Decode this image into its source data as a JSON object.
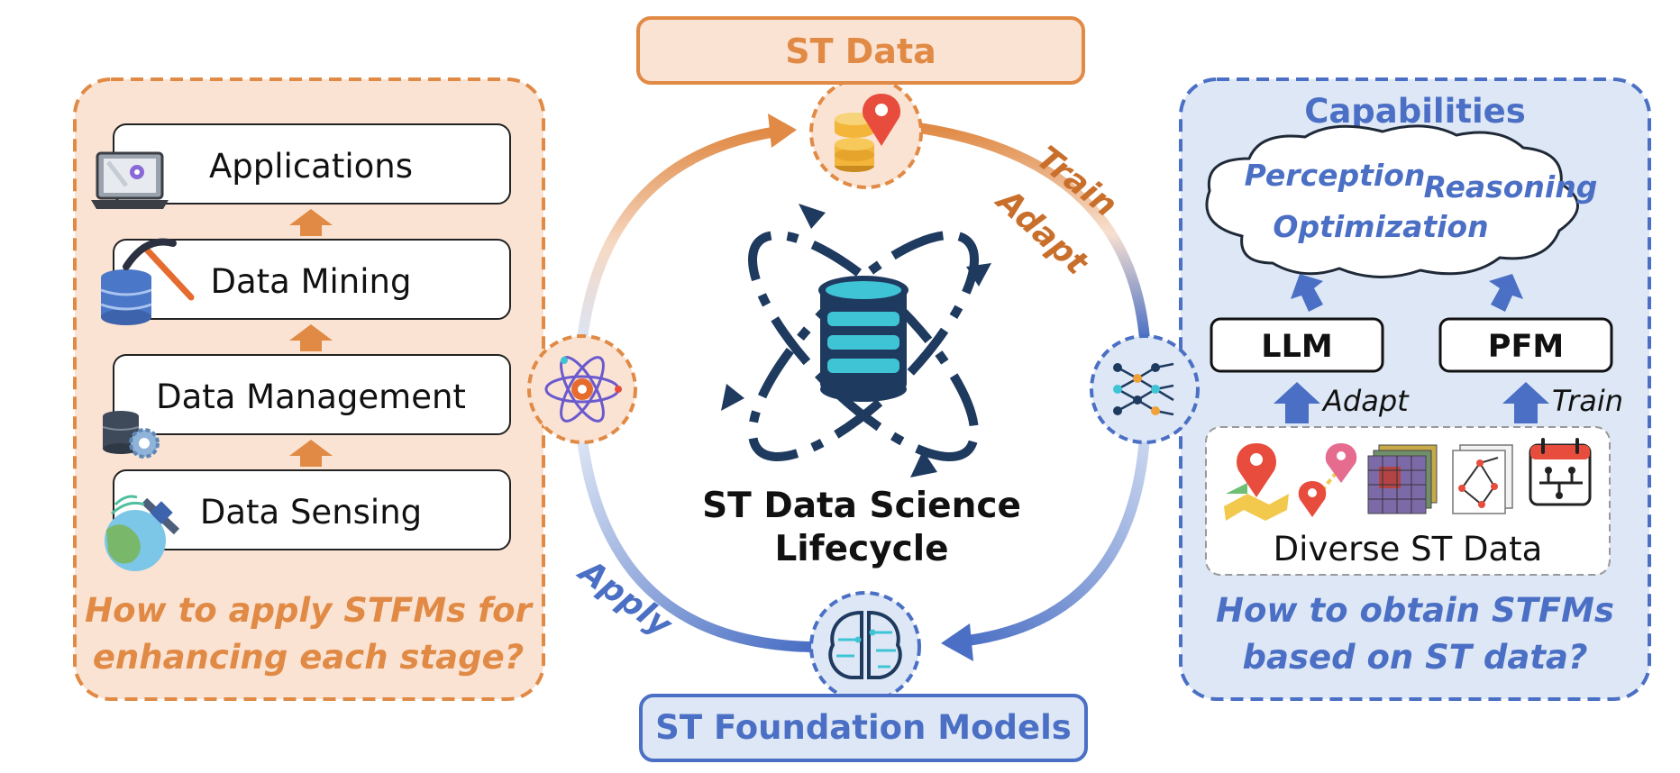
{
  "header": {
    "st_data": "ST Data"
  },
  "footer": {
    "st_foundation_models": "ST Foundation Models"
  },
  "center": {
    "line1": "ST Data Science",
    "line2": "Lifecycle"
  },
  "arcs": {
    "train": "Train",
    "adapt": "Adapt",
    "apply": "Apply"
  },
  "left_panel": {
    "stages": [
      "Applications",
      "Data Mining",
      "Data Management",
      "Data Sensing"
    ],
    "question_line1": "How to apply STFMs for",
    "question_line2": "enhancing each stage?"
  },
  "right_panel": {
    "title": "Capabilities",
    "capabilities": [
      "Perception",
      "Reasoning",
      "Optimization"
    ],
    "models": {
      "llm": "LLM",
      "pfm": "PFM"
    },
    "edge_labels": {
      "adapt": "Adapt",
      "train": "Train"
    },
    "data_label": "Diverse ST Data",
    "question_line1": "How to obtain STFMs",
    "question_line2": "based on ST data?"
  },
  "colors": {
    "orange": "#e08a45",
    "orange_fill": "#fbe3d3",
    "blue": "#4a6fc4",
    "blue_fill": "#dde7f5",
    "navy": "#1f3a5f",
    "teal": "#3fc4d6"
  }
}
